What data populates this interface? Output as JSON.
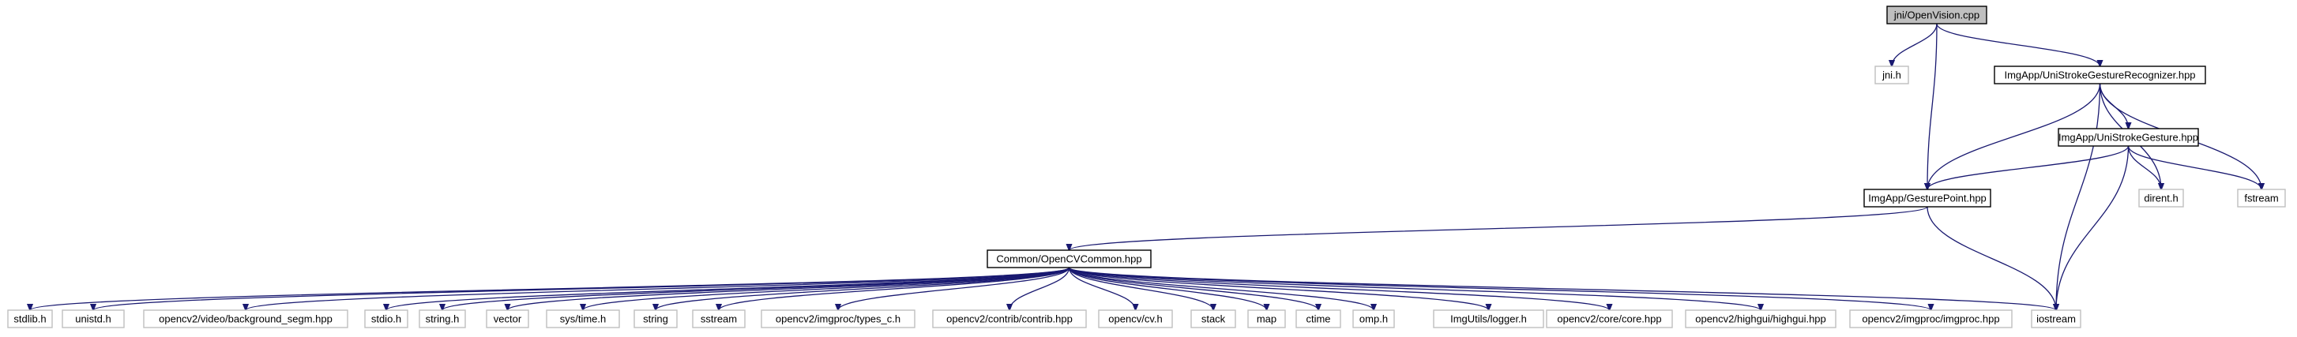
{
  "colors": {
    "edge": "#191970",
    "root_fill": "#bfbfbf",
    "root_stroke": "#000000",
    "header_stroke": "#000000",
    "external_stroke": "#bfbfbf",
    "text": "#000000"
  },
  "nodes": {
    "openvision": {
      "label": "jni/OpenVision.cpp",
      "kind": "root"
    },
    "jni": {
      "label": "jni.h",
      "kind": "external"
    },
    "unistrokerec": {
      "label": "ImgApp/UniStrokeGestureRecognizer.hpp",
      "kind": "header"
    },
    "unistroke": {
      "label": "ImgApp/UniStrokeGesture.hpp",
      "kind": "header"
    },
    "gesturepoint": {
      "label": "ImgApp/GesturePoint.hpp",
      "kind": "header"
    },
    "dirent": {
      "label": "dirent.h",
      "kind": "external"
    },
    "fstream": {
      "label": "fstream",
      "kind": "external"
    },
    "opencvcommon": {
      "label": "Common/OpenCVCommon.hpp",
      "kind": "header"
    },
    "stdlib": {
      "label": "stdlib.h",
      "kind": "external"
    },
    "unistd": {
      "label": "unistd.h",
      "kind": "external"
    },
    "bgsegm": {
      "label": "opencv2/video/background_segm.hpp",
      "kind": "external"
    },
    "stdio": {
      "label": "stdio.h",
      "kind": "external"
    },
    "stringh": {
      "label": "string.h",
      "kind": "external"
    },
    "vector": {
      "label": "vector",
      "kind": "external"
    },
    "systime": {
      "label": "sys/time.h",
      "kind": "external"
    },
    "string": {
      "label": "string",
      "kind": "external"
    },
    "sstream": {
      "label": "sstream",
      "kind": "external"
    },
    "typesc": {
      "label": "opencv2/imgproc/types_c.h",
      "kind": "external"
    },
    "contrib": {
      "label": "opencv2/contrib/contrib.hpp",
      "kind": "external"
    },
    "cvh": {
      "label": "opencv/cv.h",
      "kind": "external"
    },
    "stack": {
      "label": "stack",
      "kind": "external"
    },
    "map": {
      "label": "map",
      "kind": "external"
    },
    "ctime": {
      "label": "ctime",
      "kind": "external"
    },
    "omp": {
      "label": "omp.h",
      "kind": "external"
    },
    "logger": {
      "label": "ImgUtils/logger.h",
      "kind": "external"
    },
    "core": {
      "label": "opencv2/core/core.hpp",
      "kind": "external"
    },
    "highgui": {
      "label": "opencv2/highgui/highgui.hpp",
      "kind": "external"
    },
    "imgproc": {
      "label": "opencv2/imgproc/imgproc.hpp",
      "kind": "external"
    },
    "iostream": {
      "label": "iostream",
      "kind": "external"
    }
  },
  "edges": [
    [
      "openvision",
      "jni"
    ],
    [
      "openvision",
      "unistrokerec"
    ],
    [
      "openvision",
      "gesturepoint"
    ],
    [
      "unistrokerec",
      "unistroke"
    ],
    [
      "unistrokerec",
      "gesturepoint"
    ],
    [
      "unistrokerec",
      "dirent"
    ],
    [
      "unistrokerec",
      "fstream"
    ],
    [
      "unistrokerec",
      "iostream"
    ],
    [
      "unistroke",
      "gesturepoint"
    ],
    [
      "unistroke",
      "dirent"
    ],
    [
      "unistroke",
      "fstream"
    ],
    [
      "unistroke",
      "iostream"
    ],
    [
      "gesturepoint",
      "opencvcommon"
    ],
    [
      "gesturepoint",
      "iostream"
    ],
    [
      "opencvcommon",
      "stdlib"
    ],
    [
      "opencvcommon",
      "unistd"
    ],
    [
      "opencvcommon",
      "bgsegm"
    ],
    [
      "opencvcommon",
      "stdio"
    ],
    [
      "opencvcommon",
      "stringh"
    ],
    [
      "opencvcommon",
      "vector"
    ],
    [
      "opencvcommon",
      "systime"
    ],
    [
      "opencvcommon",
      "string"
    ],
    [
      "opencvcommon",
      "sstream"
    ],
    [
      "opencvcommon",
      "typesc"
    ],
    [
      "opencvcommon",
      "contrib"
    ],
    [
      "opencvcommon",
      "cvh"
    ],
    [
      "opencvcommon",
      "stack"
    ],
    [
      "opencvcommon",
      "map"
    ],
    [
      "opencvcommon",
      "ctime"
    ],
    [
      "opencvcommon",
      "omp"
    ],
    [
      "opencvcommon",
      "logger"
    ],
    [
      "opencvcommon",
      "core"
    ],
    [
      "opencvcommon",
      "highgui"
    ],
    [
      "opencvcommon",
      "imgproc"
    ],
    [
      "opencvcommon",
      "iostream"
    ]
  ]
}
